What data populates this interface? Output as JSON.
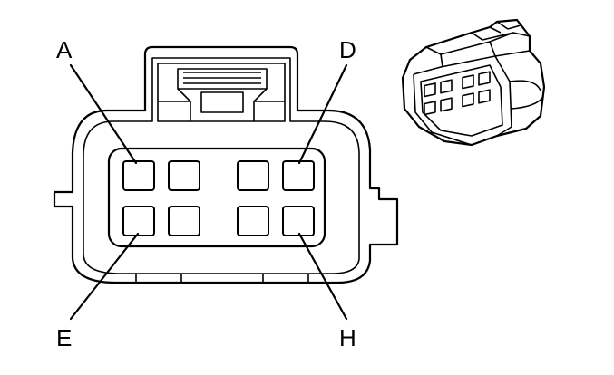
{
  "labels": {
    "a": "A",
    "d": "D",
    "e": "E",
    "h": "H"
  },
  "colors": {
    "line": "#000000",
    "background": "#ffffff"
  }
}
